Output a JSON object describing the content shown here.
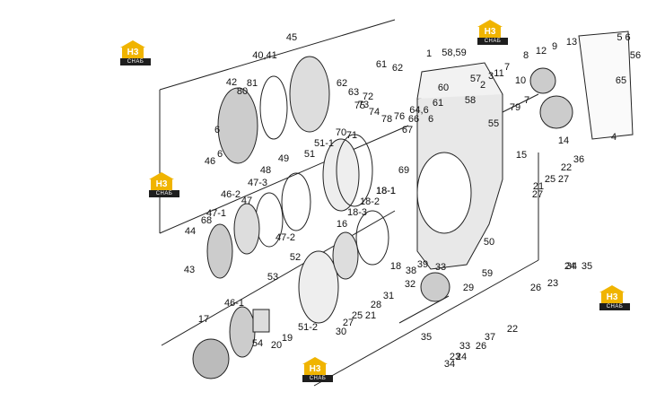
{
  "logo": {
    "letters": "H3",
    "brand": "СНАБ"
  },
  "callouts": [
    "1",
    "2",
    "3",
    "4",
    "5 6",
    "6",
    "6",
    "6",
    "7",
    "7",
    "8",
    "9",
    "10",
    "11",
    "12",
    "13",
    "14",
    "15",
    "16",
    "17",
    "18",
    "18-1",
    "18-2",
    "18-3",
    "18-1",
    "19",
    "20",
    "21",
    "21",
    "22",
    "22",
    "23",
    "23",
    "24",
    "24",
    "25",
    "25",
    "26",
    "26",
    "27",
    "27",
    "27",
    "28",
    "29",
    "30",
    "31",
    "32",
    "33",
    "33",
    "34",
    "34",
    "35",
    "35",
    "36",
    "37",
    "38",
    "39",
    "40,41",
    "42",
    "43",
    "44",
    "45",
    "46",
    "46-1",
    "46-2",
    "47",
    "47-1",
    "47-2",
    "47-3",
    "48",
    "49",
    "50",
    "51",
    "51-1",
    "51-2",
    "52",
    "53",
    "54",
    "55",
    "56",
    "57",
    "58",
    "58,59",
    "59",
    "60",
    "61",
    "61",
    "62",
    "62",
    "63",
    "64,6",
    "65",
    "66",
    "67",
    "68",
    "69",
    "70",
    "71",
    "72",
    "73",
    "74",
    "75",
    "76",
    "78",
    "79",
    "80",
    "81"
  ]
}
